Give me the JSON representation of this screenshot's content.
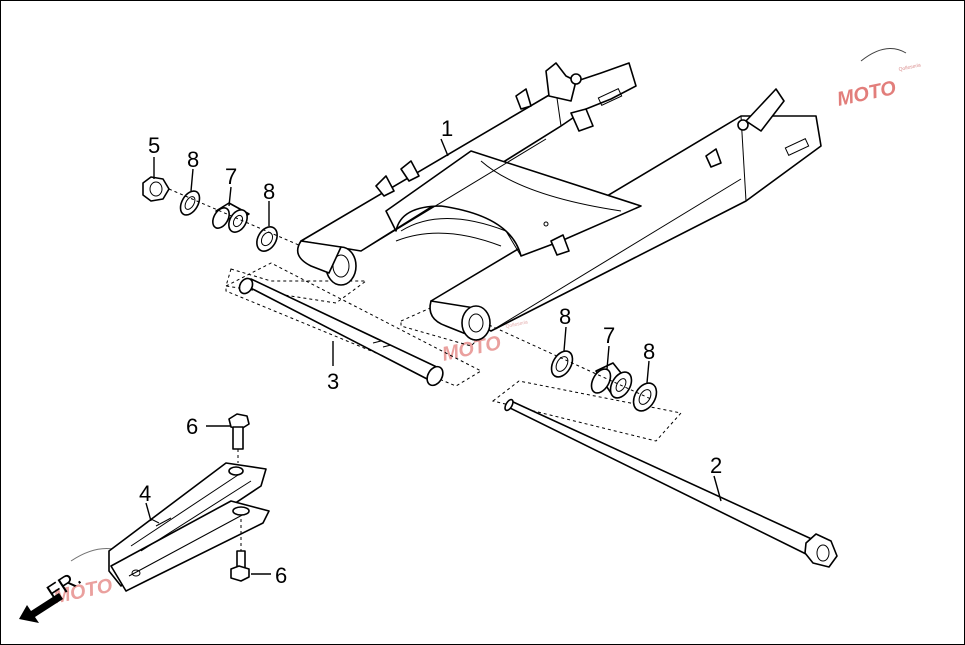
{
  "callouts": {
    "c1": "1",
    "c2": "2",
    "c3": "3",
    "c4": "4",
    "c5": "5",
    "c6a": "6",
    "c6b": "6",
    "c7a": "7",
    "c7b": "7",
    "c8a": "8",
    "c8b": "8",
    "c8c": "8",
    "c8d": "8"
  },
  "direction_label": "FR.",
  "watermark": {
    "brand": "MOTO",
    "tagline": "Qolleseria",
    "colors": {
      "red": "#d9534f",
      "blue": "#6b7fc4"
    }
  }
}
